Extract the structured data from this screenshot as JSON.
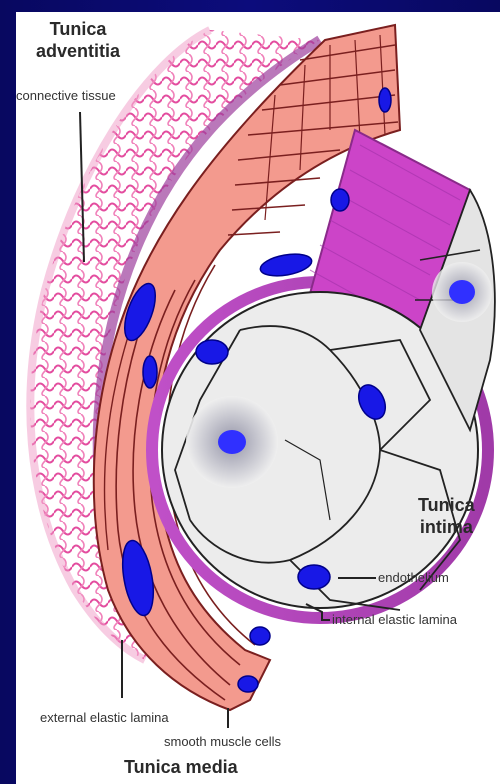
{
  "labels": {
    "adventitia_line1": "Tunica",
    "adventitia_line2": "adventitia",
    "connective_tissue": "connective tissue",
    "intima_line1": "Tunica",
    "intima_line2": "intima",
    "endothelium": "endothelium",
    "internal_elastic_lamina": "internal elastic lamina",
    "external_elastic_lamina": "external elastic lamina",
    "smooth_muscle_cells": "smooth muscle cells",
    "media": "Tunica media"
  },
  "colors": {
    "background": "#0a0a6e",
    "adventitia": "#e8559a",
    "media": "#f08a80",
    "elastic": "#b04ab8",
    "intima_cells": "#e6e6e6",
    "nuclei": "#1a1ae0"
  }
}
